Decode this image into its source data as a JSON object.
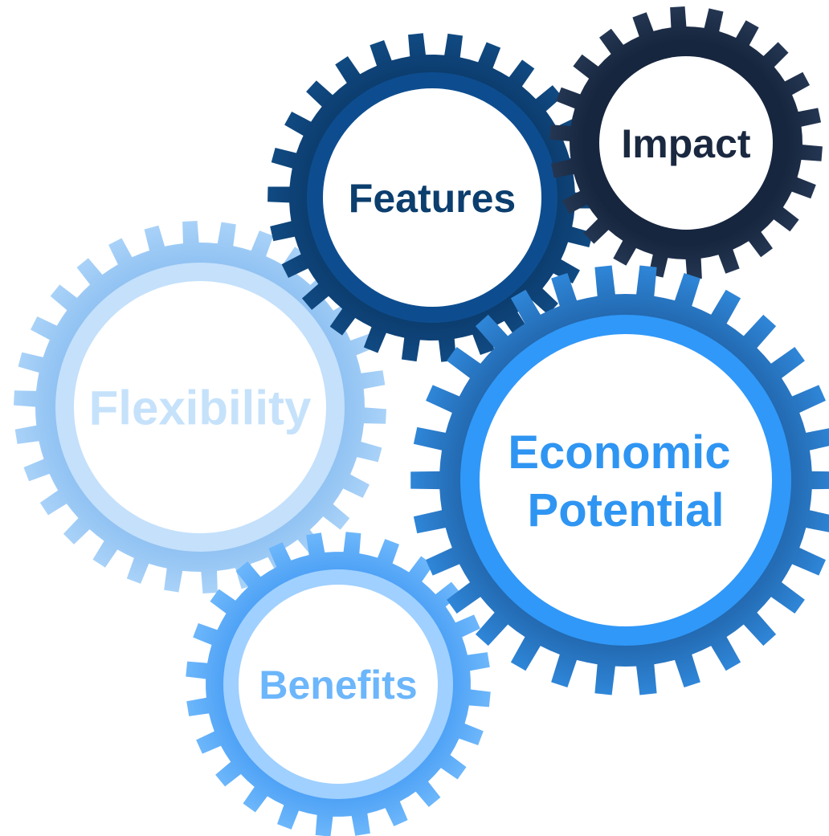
{
  "diagram": {
    "gears": [
      {
        "id": "flexibility",
        "lines": [
          "Flexibility"
        ],
        "colors": {
          "outer": "#a9d2f8",
          "inner": "#7eb6ee",
          "ring": "#c4e0fb",
          "text": "#c6e2fb"
        }
      },
      {
        "id": "benefits",
        "lines": [
          "Benefits"
        ],
        "colors": {
          "outer": "#6db7fb",
          "inner": "#3c95f2",
          "ring": "#9fd0ff",
          "text": "#6cb6fb"
        }
      },
      {
        "id": "features",
        "lines": [
          "Features"
        ],
        "colors": {
          "outer": "#104a82",
          "inner": "#0a3462",
          "ring": "#0d4d8f",
          "text": "#0c3e6e"
        }
      },
      {
        "id": "impact",
        "lines": [
          "Impact"
        ],
        "colors": {
          "outer": "#243652",
          "inner": "#0f1d33",
          "ring": "#17263f",
          "text": "#1a2840"
        }
      },
      {
        "id": "economic-potential",
        "lines": [
          "Economic",
          "Potential"
        ],
        "colors": {
          "outer": "#2f86d8",
          "inner": "#1a5595",
          "ring": "#3098f8",
          "text": "#2f95f2"
        }
      }
    ]
  }
}
